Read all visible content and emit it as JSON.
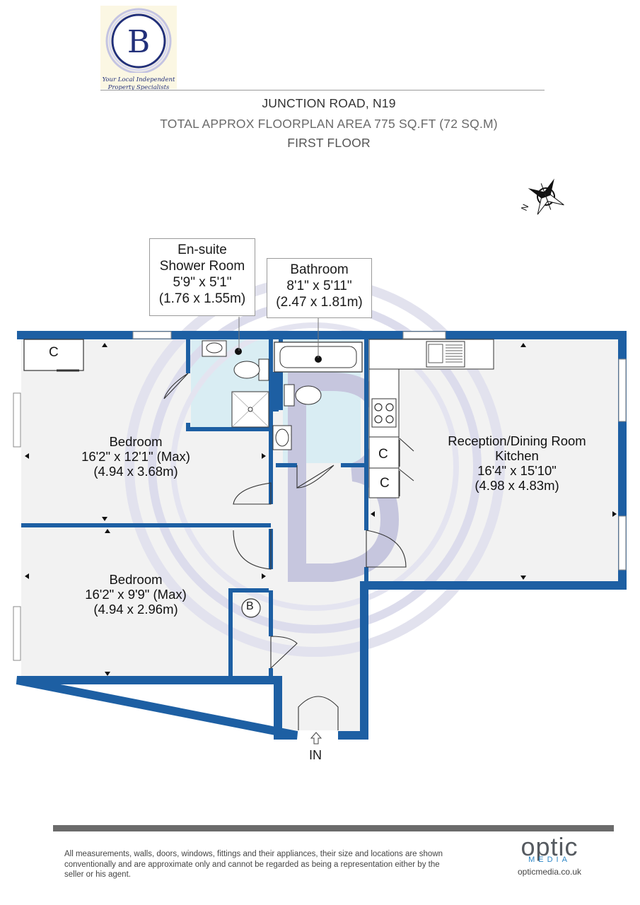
{
  "brand": {
    "logo_letter": "B",
    "tagline_line1": "Your Local Independent",
    "tagline_line2": "Property Specialists"
  },
  "header": {
    "address": "JUNCTION ROAD, N19",
    "area": "TOTAL APPROX FLOORPLAN AREA 775 SQ.FT (72 SQ.M)",
    "floor": "FIRST FLOOR"
  },
  "compass": {
    "north_letter": "N"
  },
  "rooms": {
    "ensuite": {
      "line1": "En-suite",
      "line2": "Shower Room",
      "imperial": "5'9\" x 5'1\"",
      "metric": "(1.76 x 1.55m)"
    },
    "bathroom": {
      "line1": "Bathroom",
      "imperial": "8'1\" x 5'11\"",
      "metric": "(2.47 x 1.81m)"
    },
    "bedroom1": {
      "name": "Bedroom",
      "imperial": "16'2\" x 12'1\" (Max)",
      "metric": "(4.94 x 3.68m)"
    },
    "bedroom2": {
      "name": "Bedroom",
      "imperial": "16'2\" x 9'9\" (Max)",
      "metric": "(4.94 x 2.96m)"
    },
    "reception": {
      "line1": "Reception/Dining Room",
      "line2": "Kitchen",
      "imperial": "16'4\" x 15'10\"",
      "metric": "(4.98 x 4.83m)"
    }
  },
  "cupboards": {
    "cupboard_label": "C",
    "boiler_label": "B"
  },
  "entrance": {
    "label": "IN"
  },
  "footer": {
    "disclaimer": "All measurements, walls, doors, windows, fittings and their appliances, their size and locations are shown conventionally and are approximate only and cannot be regarded as being a representation either by the seller or his agent.",
    "company_word": "optic",
    "company_sub": "MEDIA",
    "company_url": "opticmedia.co.uk"
  },
  "colors": {
    "wall": "#1d5fa3",
    "wet_room": "#d9edf3",
    "floor": "#f2f2f2",
    "logo_navy": "#22307a",
    "watermark": "#dcdcec"
  }
}
